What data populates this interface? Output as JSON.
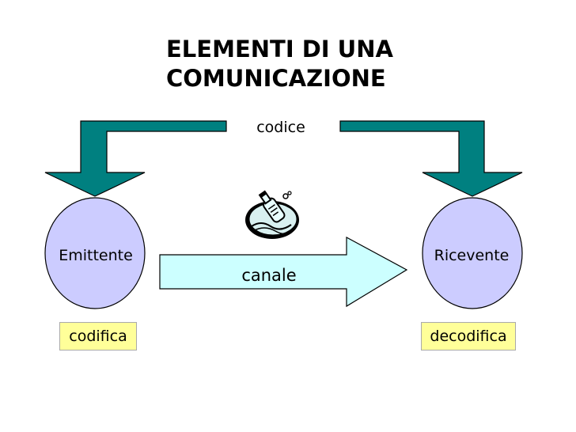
{
  "title": {
    "line1": "ELEMENTI DI UNA",
    "line2": "COMUNICAZIONE"
  },
  "code_label": "codice",
  "sender": {
    "label": "Emittente",
    "process": "codifica"
  },
  "receiver": {
    "label": "Ricevente",
    "process": "decodifica"
  },
  "channel_label": "canale",
  "colors": {
    "arrow_fill": "#008080",
    "node_fill": "#ccccff",
    "channel_fill": "#ccffff",
    "box_fill": "#ffff99",
    "outline": "#000000"
  },
  "icons": {
    "message": "message-in-bottle-icon"
  }
}
